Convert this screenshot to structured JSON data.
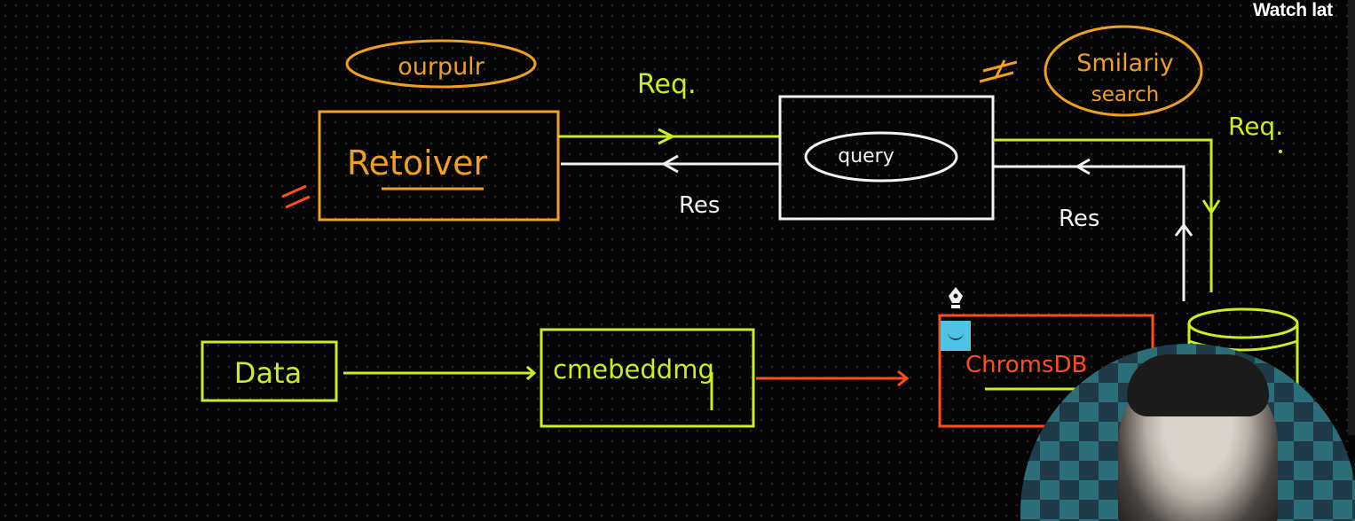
{
  "overlay": {
    "watch_later": "Watch lat"
  },
  "diagram": {
    "nodes": {
      "retriever": "Retoiver",
      "query": "query",
      "data": "Data",
      "embedding": "cmebeddmg",
      "vector_db": "ChromsDB"
    },
    "annotations": {
      "output": "ourpulr",
      "similarity_line1": "Smilariy",
      "similarity_line2": "search",
      "req_top": "Req.",
      "req_right": "Req.",
      "res_left": "Res",
      "res_right": "Res"
    },
    "colors": {
      "orange": "#f0a020",
      "green": "#c8f020",
      "white": "#f2f2f2",
      "red": "#ff4e1a"
    }
  }
}
